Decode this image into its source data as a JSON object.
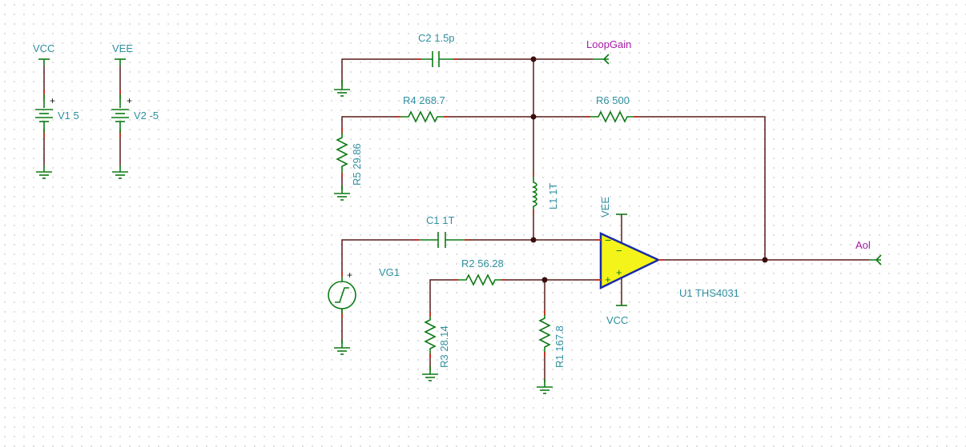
{
  "colors": {
    "wire": "#5a1a1a",
    "component": "#0d7a14",
    "label": "#2f8f9f",
    "net_label": "#a61aa6",
    "opamp_fill": "#f4f41a",
    "opamp_outline": "#1a2ca6",
    "pin_end": "#c0392b",
    "grid": "#c8c8c8"
  },
  "supplies": {
    "vcc_label": "VCC",
    "vee_label": "VEE",
    "v1_label": "V1 5",
    "v2_label": "V2 -5"
  },
  "components": {
    "c2": "C2 1.5p",
    "r4": "R4 268.7",
    "r6": "R6 500",
    "r5": "R5 29.86",
    "l1": "L1 1T",
    "c1": "C1 1T",
    "vg1": "VG1",
    "r2": "R2 56.28",
    "r3": "R3 28.14",
    "r1": "R1 167.8",
    "u1": "U1 THS4031"
  },
  "nets": {
    "loopgain": "LoopGain",
    "aol": "Aol",
    "opamp_vee": "VEE",
    "opamp_vcc": "VCC"
  },
  "symbols": {
    "plus": "+",
    "minus": "−"
  }
}
